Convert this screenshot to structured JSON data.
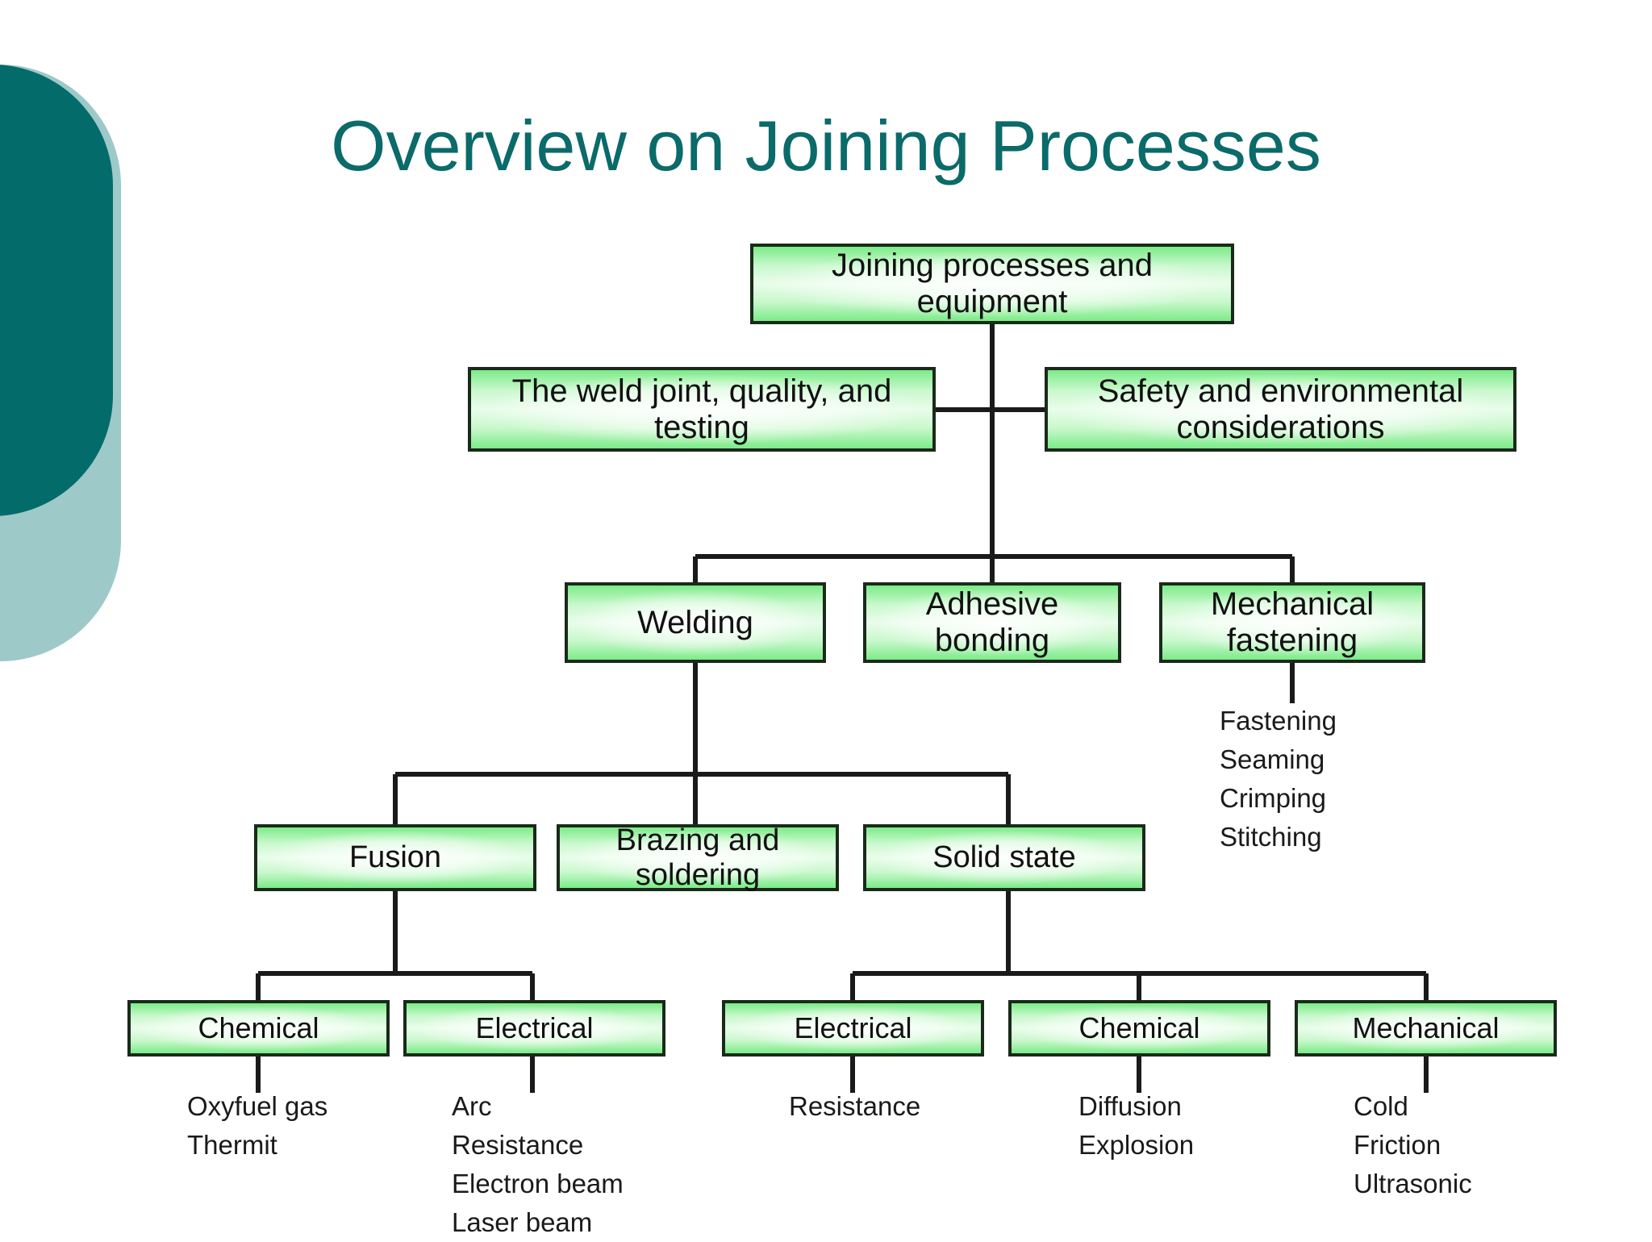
{
  "slide": {
    "title": "Overview on Joining Processes",
    "title_color": "#0b6a6a",
    "background_color": "#ffffff",
    "decoration": {
      "dark_teal": "#046b6b",
      "light_teal": "#9ec9c9"
    }
  },
  "chart_data": {
    "type": "diagram",
    "subtype": "hierarchy-tree",
    "title": "Overview on Joining Processes",
    "node_fill_edge": "#7ceb88",
    "node_fill_center": "#e9fdea",
    "node_border": "#1a2a1a",
    "nodes": [
      {
        "id": "root",
        "label": "Joining processes and equipment",
        "level": 0
      },
      {
        "id": "weld-joint",
        "label": "The weld joint, quality, and testing",
        "level": 1
      },
      {
        "id": "safety",
        "label": "Safety and environmental considerations",
        "level": 1
      },
      {
        "id": "welding",
        "label": "Welding",
        "level": 2
      },
      {
        "id": "adhesive",
        "label": "Adhesive bonding",
        "level": 2
      },
      {
        "id": "mechfast",
        "label": "Mechanical fastening",
        "level": 2
      },
      {
        "id": "fusion",
        "label": "Fusion",
        "level": 3
      },
      {
        "id": "brazing",
        "label": "Brazing and soldering",
        "level": 3
      },
      {
        "id": "solidstate",
        "label": "Solid state",
        "level": 3
      },
      {
        "id": "fus-chem",
        "label": "Chemical",
        "level": 4
      },
      {
        "id": "fus-elec",
        "label": "Electrical",
        "level": 4
      },
      {
        "id": "ss-elec",
        "label": "Electrical",
        "level": 4
      },
      {
        "id": "ss-chem",
        "label": "Chemical",
        "level": 4
      },
      {
        "id": "ss-mech",
        "label": "Mechanical",
        "level": 4
      }
    ],
    "edges": [
      [
        "root",
        "weld-joint"
      ],
      [
        "root",
        "safety"
      ],
      [
        "root",
        "welding"
      ],
      [
        "root",
        "adhesive"
      ],
      [
        "root",
        "mechfast"
      ],
      [
        "welding",
        "fusion"
      ],
      [
        "welding",
        "brazing"
      ],
      [
        "welding",
        "solidstate"
      ],
      [
        "fusion",
        "fus-chem"
      ],
      [
        "fusion",
        "fus-elec"
      ],
      [
        "solidstate",
        "ss-elec"
      ],
      [
        "solidstate",
        "ss-chem"
      ],
      [
        "solidstate",
        "ss-mech"
      ],
      [
        "mechfast",
        "mechfast-list"
      ]
    ],
    "leaf_lists": {
      "mechfast": [
        "Fastening",
        "Seaming",
        "Crimping",
        "Stitching"
      ],
      "fus-chem": [
        "Oxyfuel gas",
        "Thermit"
      ],
      "fus-elec": [
        "Arc",
        "Resistance",
        "Electron beam",
        "Laser beam"
      ],
      "ss-elec": [
        "Resistance"
      ],
      "ss-chem": [
        "Diffusion",
        "Explosion"
      ],
      "ss-mech": [
        "Cold",
        "Friction",
        "Ultrasonic"
      ]
    }
  },
  "labels": {
    "root": "Joining processes and equipment",
    "weld_joint": "The weld joint, quality, and testing",
    "safety_line1": "Safety and environmental",
    "safety_line2": "considerations",
    "welding": "Welding",
    "adhesive": "Adhesive bonding",
    "mechfast_line1": "Mechanical",
    "mechfast_line2": "fastening",
    "fusion": "Fusion",
    "brazing": "Brazing and soldering",
    "solidstate": "Solid state",
    "fus_chem": "Chemical",
    "fus_elec": "Electrical",
    "ss_elec": "Electrical",
    "ss_chem": "Chemical",
    "ss_mech": "Mechanical"
  },
  "lists": {
    "mechfast": {
      "i0": "Fastening",
      "i1": "Seaming",
      "i2": "Crimping",
      "i3": "Stitching"
    },
    "fus_chem": {
      "i0": "Oxyfuel gas",
      "i1": "Thermit"
    },
    "fus_elec": {
      "i0": "Arc",
      "i1": "Resistance",
      "i2": "Electron beam",
      "i3": "Laser beam"
    },
    "ss_elec": {
      "i0": "Resistance"
    },
    "ss_chem": {
      "i0": "Diffusion",
      "i1": "Explosion"
    },
    "ss_mech": {
      "i0": "Cold",
      "i1": "Friction",
      "i2": "Ultrasonic"
    }
  }
}
